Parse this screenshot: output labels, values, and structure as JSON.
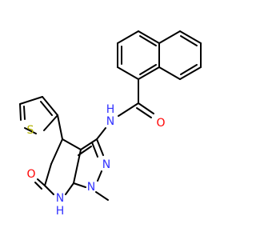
{
  "molecule": {
    "colors": {
      "bond": "#000000",
      "nitrogen": "#3333ff",
      "oxygen": "#ff0000",
      "sulfur": "#b2b200",
      "carbon": "#000000"
    },
    "labels": {
      "sulfur": "S",
      "amide_nh": "NH",
      "amide_hn": "N",
      "amide_h": "H",
      "amide_o": "O",
      "ring_n_top": "N",
      "ring_n_bottom": "N",
      "lactam_nh_n": "N",
      "lactam_nh_h": "H",
      "lactam_o": "O"
    }
  }
}
